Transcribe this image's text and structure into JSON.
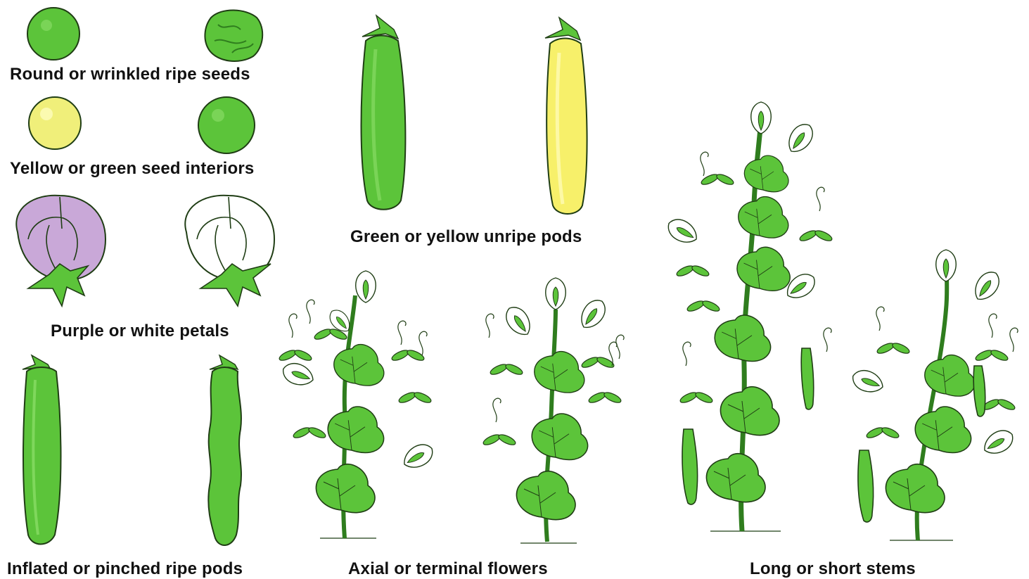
{
  "captions": {
    "seed_shape": "Round or wrinkled ripe seeds",
    "seed_color": "Yellow or green seed interiors",
    "petal_color": "Purple or white petals",
    "pod_shape": "Inflated or pinched ripe pods",
    "pod_color": "Green or yellow unripe pods",
    "flower_position": "Axial or terminal flowers",
    "stem_length": "Long or short stems"
  },
  "colors": {
    "green": "#5cc43a",
    "dark_green": "#2f7d1e",
    "yellow_seed": "#f0ef7a",
    "yellow_pod": "#f7f06a",
    "purple_petal": "#c9a8d8",
    "outline": "#1f3d14"
  }
}
